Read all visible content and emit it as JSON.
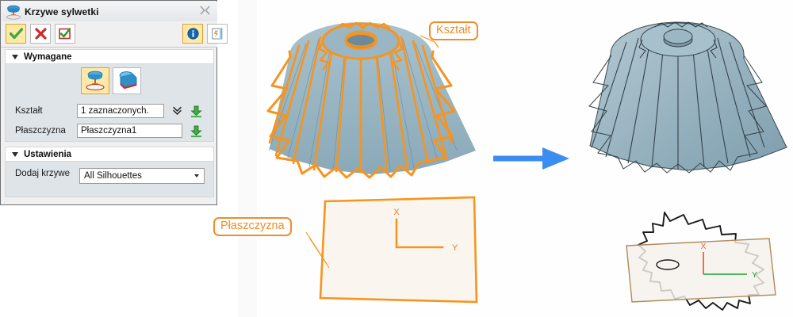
{
  "dialog": {
    "title": "Krzywe sylwetki",
    "title_icon": "silhouette-curves-icon",
    "close_icon": "close-icon",
    "toolbar": {
      "ok_label": "ok-check",
      "cancel_label": "cancel-cross",
      "preview_label": "preview-check",
      "info_label": "info",
      "more_label": "more-panel"
    },
    "groups": [
      {
        "name": "required",
        "label": "Wymagane",
        "expanded": true,
        "mode_buttons": [
          {
            "name": "silhouette-mode-icon",
            "selected": true
          },
          {
            "name": "solid-mode-icon",
            "selected": false
          }
        ],
        "fields": [
          {
            "label": "Kształt",
            "value": "1 zaznaczonych.",
            "placeholder": "",
            "has_chevron": true,
            "has_select_arrow": true
          },
          {
            "label": "Płaszczyzna",
            "value": "Płaszczyzna1",
            "placeholder": "",
            "has_chevron": false,
            "has_select_arrow": true
          }
        ]
      },
      {
        "name": "settings",
        "label": "Ustawienia",
        "expanded": true,
        "fields": [
          {
            "label": "Dodaj krzywe",
            "value": "All Silhouettes",
            "options": [
              "All Silhouettes"
            ]
          }
        ]
      }
    ]
  },
  "callouts": [
    {
      "name": "shape-callout",
      "text": "Kształt"
    },
    {
      "name": "plane-callout",
      "text": "Płaszczyzna"
    }
  ],
  "viewport": {
    "before_model": {
      "name": "bevel-gear-highlighted",
      "selected": true,
      "highlight_color": "#F7941D",
      "face_color": "#8FAEBC"
    },
    "after_model": {
      "name": "bevel-gear-plain",
      "selected": false,
      "face_color": "#8FAEBC",
      "edge_color": "#2f3c42"
    },
    "before_plane": {
      "name": "reference-plane-highlighted",
      "fill": "#faf6ef",
      "stroke": "#F7941D",
      "axes": [
        {
          "label": "X",
          "color": "#F7941D"
        },
        {
          "label": "Y",
          "color": "#F7941D"
        }
      ]
    },
    "after_plane": {
      "name": "reference-plane-result",
      "fill": "#f5f2ec",
      "stroke": "#b08a5a",
      "axes": [
        {
          "label": "X",
          "color": "#e8613c"
        },
        {
          "label": "Y",
          "color": "#35b24a"
        }
      ],
      "curve_name": "silhouette-curve",
      "curve_color": "#1a1a1a"
    },
    "arrow": {
      "name": "process-arrow",
      "color": "#3b8ef0"
    }
  },
  "colors": {
    "accent_orange": "#F7941D",
    "callout_orange": "#F28C28",
    "model_face": "#8FAEBC",
    "arrow_blue": "#3b8ef0",
    "panel_bg": "#f0f0f0",
    "group_bg": "#dfe4e8"
  }
}
